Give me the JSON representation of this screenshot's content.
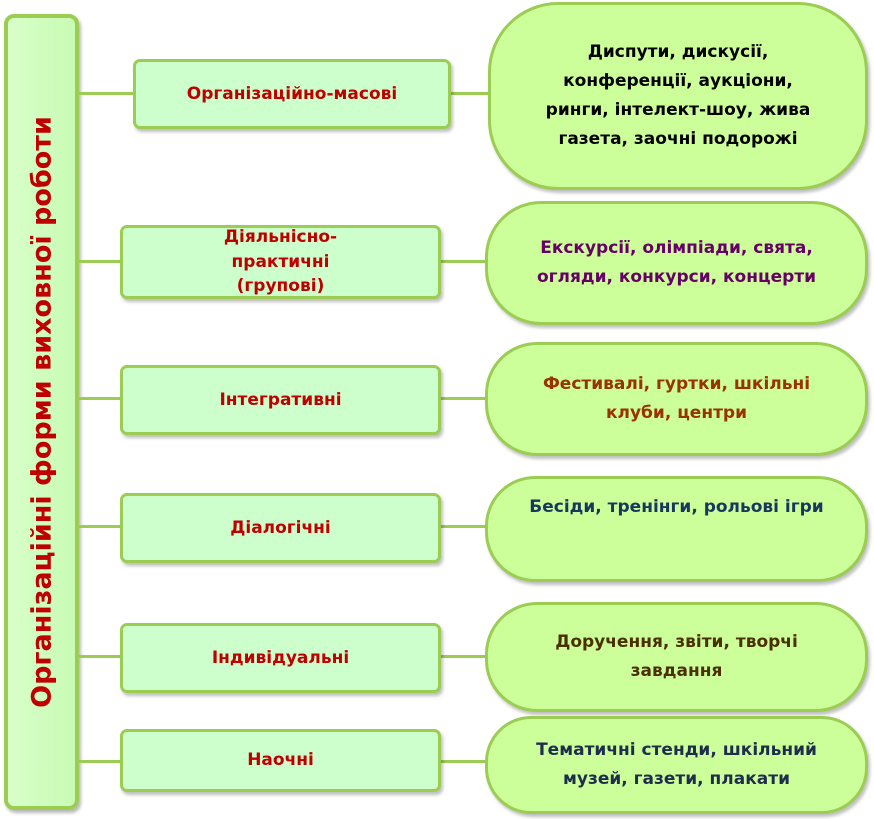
{
  "title": "Організаційні форми виховної роботи",
  "rows": [
    {
      "category": "Організаційно-масові",
      "examples": "Диспути, дискусії, конференції, аукціони, ринги, інтелект-шоу, жива газета, заочні подорожі",
      "color": "#000000"
    },
    {
      "category": "Діяльнісно-практичні (групові)",
      "examples": "Екскурсії, олімпіади, свята, огляди, конкурси, концерти",
      "color": "#660066"
    },
    {
      "category": "Інтегративні",
      "examples": "Фестивалі, гуртки, шкільні клуби, центри",
      "color": "#993300"
    },
    {
      "category": "Діалогічні",
      "examples": "Бесіди, тренінги, рольові  ігри",
      "color": "#17375e"
    },
    {
      "category": "Індивідуальні",
      "examples": "Доручення, звіти, творчі завдання",
      "color": "#4a3000"
    },
    {
      "category": "Наочні",
      "examples": "Тематичні стенди, шкільний музей, газети, плакати",
      "color": "#1f2d4d"
    }
  ]
}
